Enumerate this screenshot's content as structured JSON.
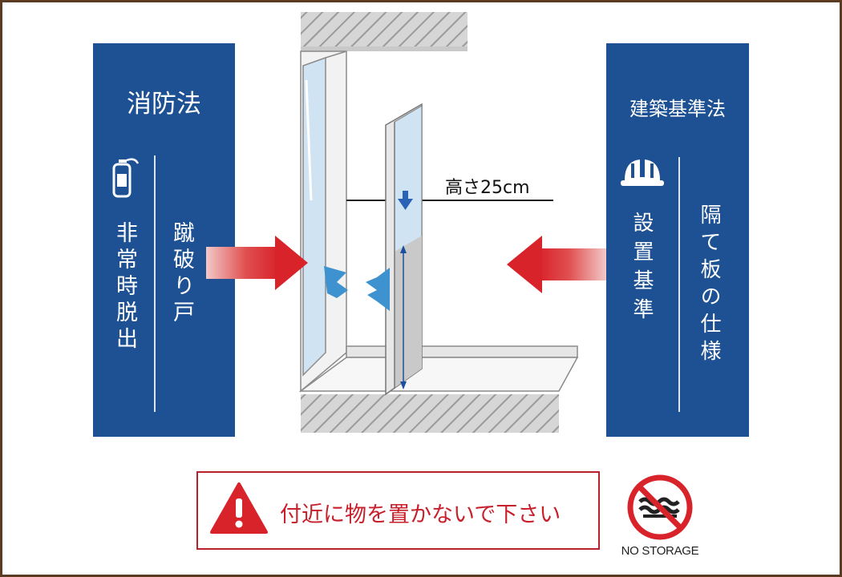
{
  "left_panel": {
    "title": "消防法",
    "col_outer": "非常時脱出",
    "col_inner": "蹴破り戸",
    "icon": "fire-extinguisher-icon"
  },
  "right_panel": {
    "title": "建築基準法",
    "col_inner": "設置基準",
    "col_outer": "隔て板の仕様",
    "icon": "hard-hat-icon"
  },
  "diagram": {
    "height_label": "高さ25cm"
  },
  "warning": {
    "text": "付近に物を置かないで下さい",
    "icon": "warning-triangle-icon"
  },
  "no_storage": {
    "label": "NO STORAGE",
    "icon": "no-storage-icon"
  },
  "colors": {
    "panel_blue": "#1d5193",
    "arrow_red": "#d8232a",
    "warning_red": "#c8202b",
    "glass_blue": "#cfe3f3",
    "frame_brown": "#5b3b22"
  }
}
